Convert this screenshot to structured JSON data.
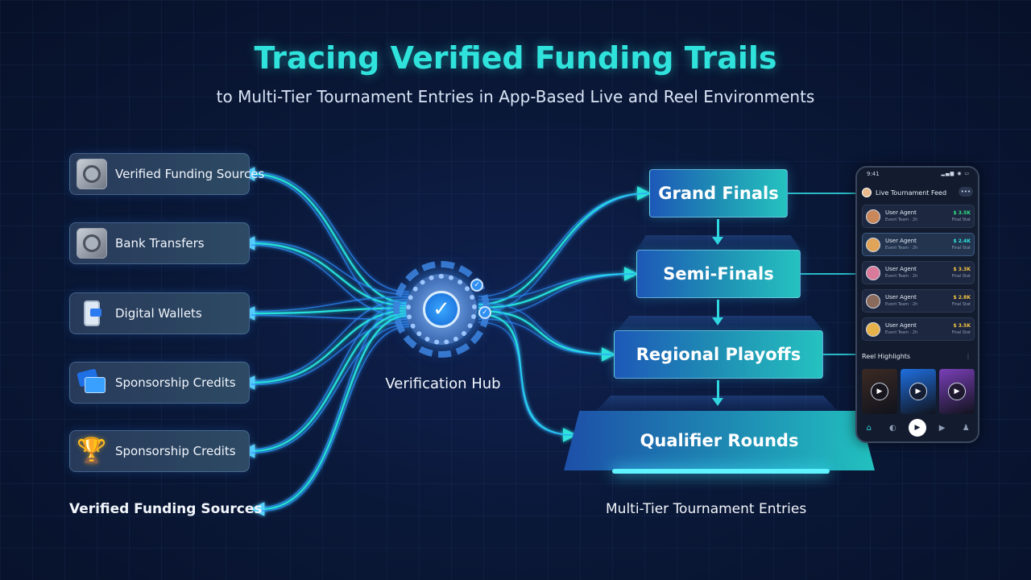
{
  "header": {
    "title": "Tracing Verified Funding Trails",
    "subtitle": "to Multi-Tier Tournament Entries in App-Based Live and Reel Environments"
  },
  "sources": [
    {
      "label": "Verified Funding Sources",
      "icon": "vault-icon"
    },
    {
      "label": "Bank Transfers",
      "icon": "vault-icon"
    },
    {
      "label": "Digital Wallets",
      "icon": "phone-wallet-icon"
    },
    {
      "label": "Sponsorship Credits",
      "icon": "credit-cards-icon"
    },
    {
      "label": "Sponsorship Credits",
      "icon": "trophy-icon"
    }
  ],
  "sources_caption": "Verified Funding Sources",
  "hub": {
    "label": "Verification Hub",
    "check_glyph": "✓"
  },
  "tiers": [
    {
      "label": "Grand Finals"
    },
    {
      "label": "Semi-Finals"
    },
    {
      "label": "Regional Playoffs"
    },
    {
      "label": "Qualifier Rounds"
    }
  ],
  "tiers_caption": "Multi-Tier Tournament Entries",
  "phone": {
    "time": "9:41",
    "status_icons": "▂▄▆ ◉ ▭",
    "feed_title": "Live Tournament Feed",
    "more": "•••",
    "feed_items": [
      {
        "name": "User Agent",
        "sub": "Event Team · 2h",
        "amount": "$ 3.5K",
        "amount_sub": "Final Stat",
        "amount_color": "#2fe38a",
        "avatar": "#c9875a"
      },
      {
        "name": "User Agent",
        "sub": "Event Team · 2h",
        "amount": "$ 2.4K",
        "amount_sub": "Final Stat",
        "amount_color": "#2fe3dc",
        "avatar": "#e0a458"
      },
      {
        "name": "User Agent",
        "sub": "Event Team · 2h",
        "amount": "$ 3.3K",
        "amount_sub": "Final Stat",
        "amount_color": "#f5c542",
        "avatar": "#d97a9a"
      },
      {
        "name": "User Agent",
        "sub": "Event Team · 2h",
        "amount": "$ 2.8K",
        "amount_sub": "Final Stat",
        "amount_color": "#f5c542",
        "avatar": "#8a6a5a"
      },
      {
        "name": "User Agent",
        "sub": "Event Team · 2h",
        "amount": "$ 3.5K",
        "amount_sub": "Final Stat",
        "amount_color": "#f5c542",
        "avatar": "#e8b24a"
      }
    ],
    "reel_title": "Reel Highlights",
    "reel_more": "⋮",
    "reels": [
      {
        "bg": "#3b2a24"
      },
      {
        "bg": "#1f6fe0"
      },
      {
        "bg": "#7a3fb8"
      }
    ],
    "play_glyph": "▶",
    "tabs": [
      "⌂",
      "◐",
      "▶",
      "▶",
      "♟"
    ]
  },
  "colors": {
    "accent": "#2fe3dc",
    "flow_cyan": "#26e6e0",
    "flow_blue": "#2d8cff"
  }
}
